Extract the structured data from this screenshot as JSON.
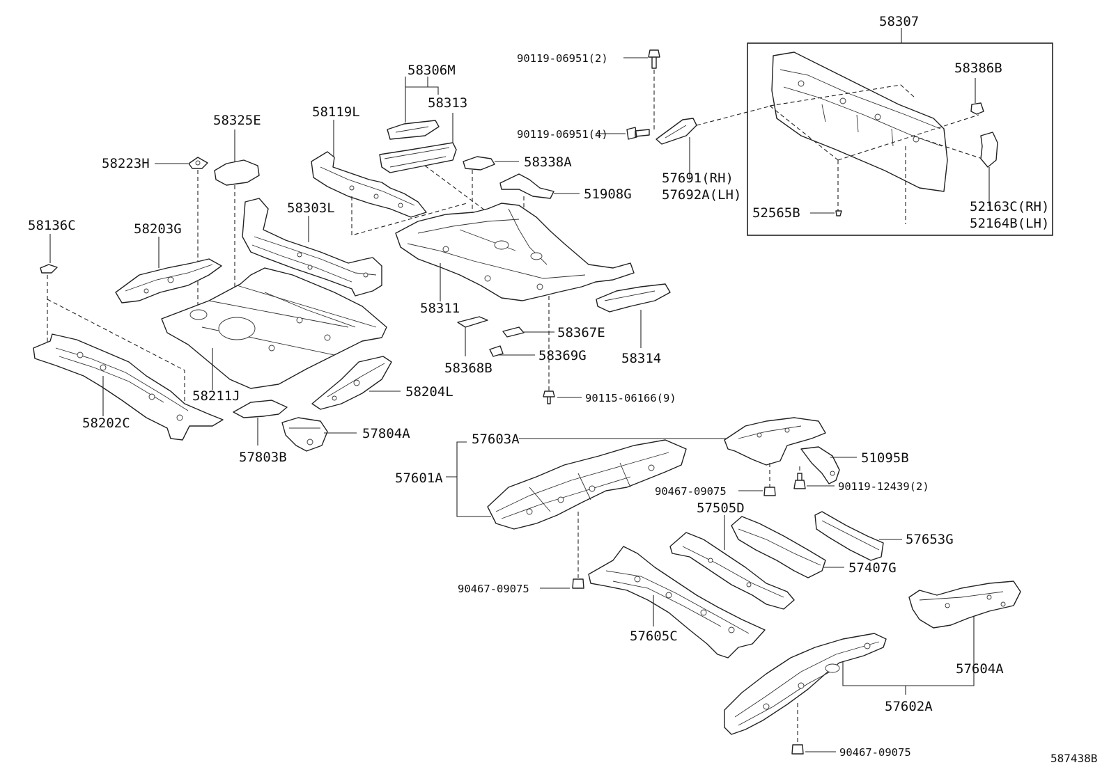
{
  "diagram_ref": "587438B",
  "callouts": {
    "p58307": "58307",
    "p58386B": "58386B",
    "p52565B": "52565B",
    "p52163C": "52163C(RH)",
    "p52164B": "52164B(LH)",
    "p57691": "57691(RH)",
    "p57692A": "57692A(LH)",
    "b90119_06951_2": "90119-06951(2)",
    "b90119_06951_4": "90119-06951(4)",
    "p58306M": "58306M",
    "p58313": "58313",
    "p58338A": "58338A",
    "p51908G": "51908G",
    "p58119L": "58119L",
    "p58325E": "58325E",
    "p58223H": "58223H",
    "p58136C": "58136C",
    "p58203G": "58203G",
    "p58303L": "58303L",
    "p58311": "58311",
    "p58367E": "58367E",
    "p58369G": "58369G",
    "p58368B": "58368B",
    "p58314": "58314",
    "b90115_06166": "90115-06166(9)",
    "p58211J": "58211J",
    "p58204L": "58204L",
    "p58202C": "58202C",
    "p57804A": "57804A",
    "p57803B": "57803B",
    "p57603A": "57603A",
    "p57601A": "57601A",
    "p51095B": "51095B",
    "b90467_09075_a": "90467-09075",
    "b90119_12439": "90119-12439(2)",
    "p57505D": "57505D",
    "p57653G": "57653G",
    "p57407G": "57407G",
    "b90467_09075_b": "90467-09075",
    "p57605C": "57605C",
    "p57604A": "57604A",
    "p57602A": "57602A",
    "b90467_09075_c": "90467-09075"
  }
}
